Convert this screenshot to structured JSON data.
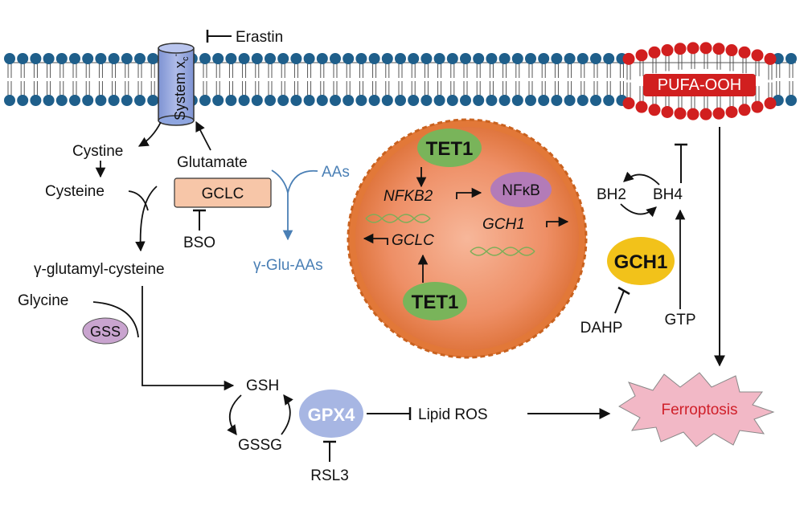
{
  "membrane": {
    "transporter_name": "System x",
    "transporter_sub": "c",
    "transporter_sup": "-",
    "inhibitor": "Erastin",
    "lipid_peroxide": "PUFA-OOH"
  },
  "metabolites": {
    "cystine": "Cystine",
    "glutamate": "Glutamate",
    "cysteine": "Cysteine",
    "gamma_glutamyl_cysteine": "γ-glutamyl-cysteine",
    "glycine": "Glycine",
    "gsh": "GSH",
    "gssg": "GSSG",
    "lipid_ros": "Lipid ROS",
    "aas": "AAs",
    "gamma_glu_aas": "γ-Glu-AAs",
    "bh2": "BH2",
    "bh4": "BH4",
    "gtp": "GTP"
  },
  "enzymes": {
    "gclc": "GCLC",
    "gss": "GSS",
    "gpx4": "GPX4",
    "gch1": "GCH1"
  },
  "inhibitors": {
    "bso": "BSO",
    "rsl3": "RSL3",
    "dahp": "DAHP"
  },
  "nucleus": {
    "tet1_top": "TET1",
    "tet1_bottom": "TET1",
    "nfkb2_gene": "NFKB2",
    "nfkb_protein": "NFκB",
    "gch1_gene": "GCH1",
    "gclc_gene": "GCLC"
  },
  "outcome": {
    "ferroptosis": "Ferroptosis"
  },
  "colors": {
    "lipid_head_blue": "#1f5f8b",
    "lipid_head_red": "#d11f1f",
    "transporter_fill": "#8fa6e0",
    "gclc_fill": "#f7c6a8",
    "gss_fill": "#c9a4cf",
    "gpx4_fill": "#a7b6e3",
    "gch1_fill": "#f2c21a",
    "tet1_fill": "#79b45a",
    "nfkb_fill": "#b37bb8",
    "nucleus_rim": "#d97a2a",
    "nucleus_fill": "#f3a47c",
    "blue_path": "#4a7fb5",
    "ferroptosis_text": "#d0202a"
  }
}
